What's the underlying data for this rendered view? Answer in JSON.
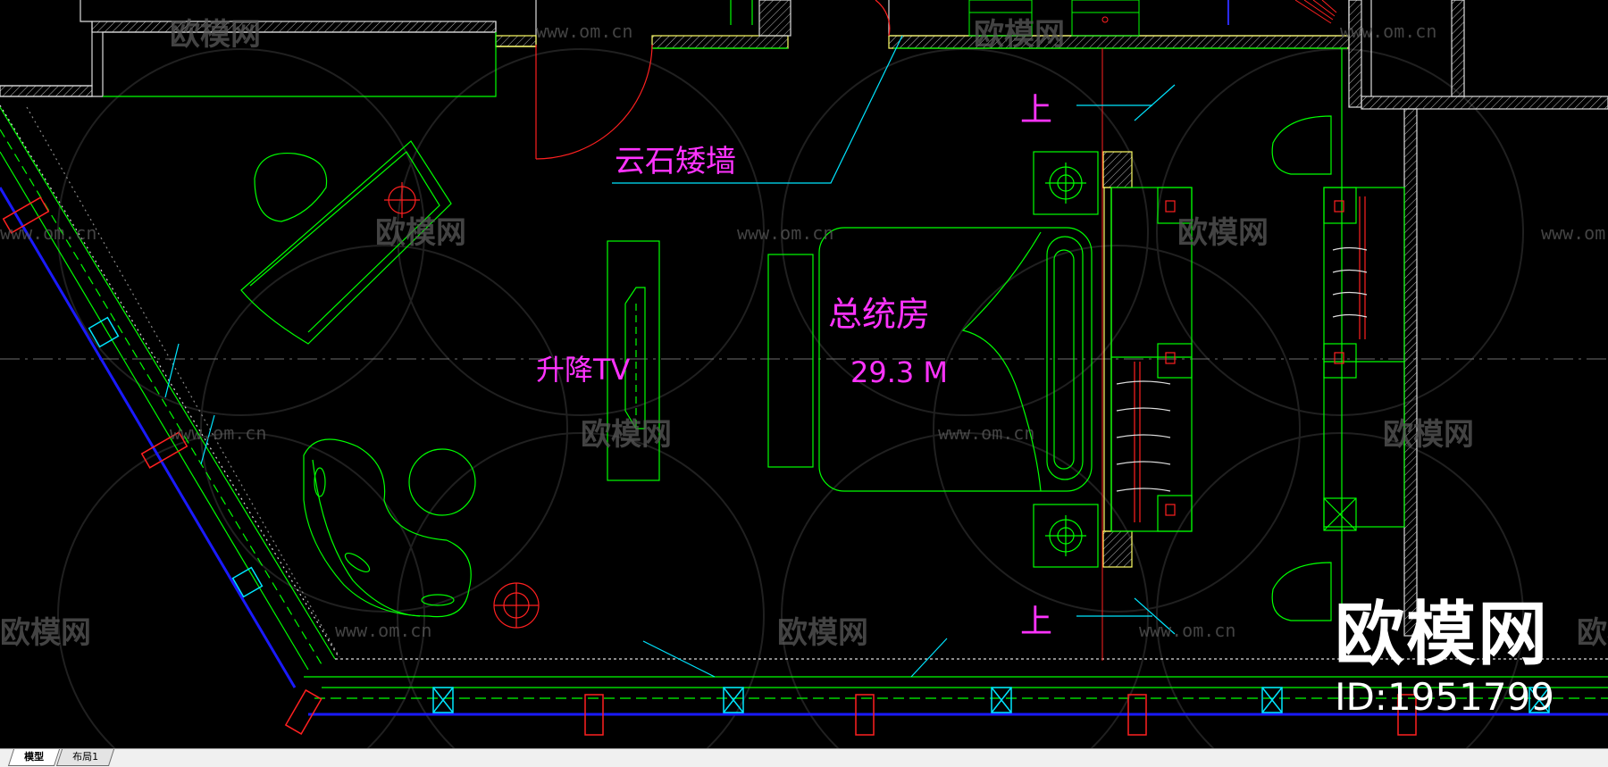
{
  "drawing": {
    "room_label": "总统房",
    "room_area": "29.3 M",
    "tv_label": "升降TV",
    "wall_label": "云石矮墙",
    "up_label_top": "上",
    "up_label_bottom": "上"
  },
  "watermark": {
    "logo_text": "欧模网",
    "url_text": "www.om.cn"
  },
  "brand": {
    "name": "欧模网",
    "id": "ID:1951799"
  },
  "tabs": [
    {
      "label": "模型",
      "active": true
    },
    {
      "label": "布局1",
      "active": false
    }
  ],
  "colors": {
    "background": "#000000",
    "green": "#00ff00",
    "yellow": "#ffff66",
    "red": "#ff0000",
    "cyan": "#00e5ff",
    "blue": "#1a1aff",
    "magenta": "#ff33ff",
    "white": "#ffffff"
  }
}
